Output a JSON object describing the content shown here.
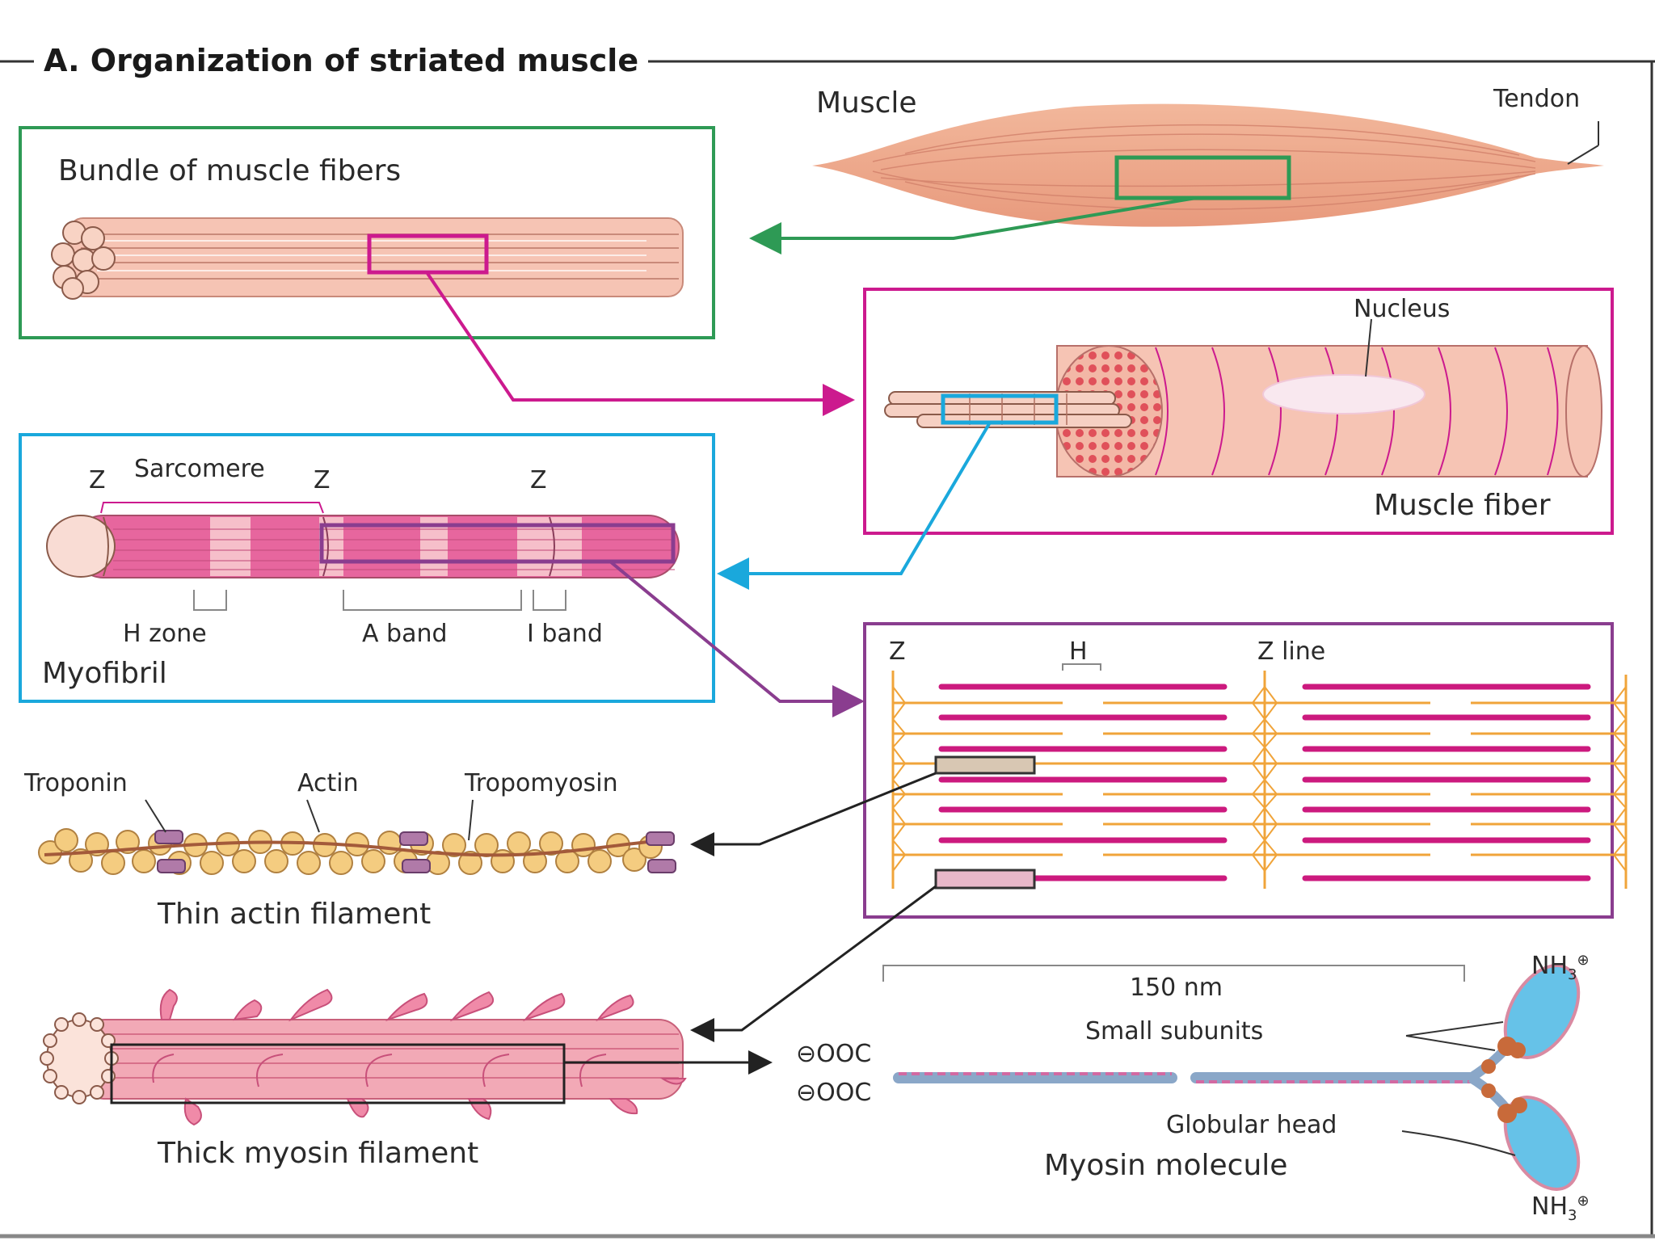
{
  "title": "A. Organization of striated muscle",
  "labels": {
    "muscle": "Muscle",
    "tendon": "Tendon",
    "bundle": "Bundle of muscle fibers",
    "nucleus": "Nucleus",
    "muscle_fiber": "Muscle fiber",
    "sarcomere": "Sarcomere",
    "z": "Z",
    "h_zone": "H zone",
    "a_band": "A band",
    "i_band": "I band",
    "myofibril": "Myofibril",
    "h": "H",
    "z_line": "Z line",
    "troponin": "Troponin",
    "actin": "Actin",
    "tropomyosin": "Tropomyosin",
    "thin_filament": "Thin actin filament",
    "thick_filament": "Thick myosin filament",
    "length_150nm": "150 nm",
    "small_subunits": "Small subunits",
    "globular_head": "Globular head",
    "myosin_molecule": "Myosin molecule",
    "nh3": "NH",
    "nh3_sub": "3",
    "ooc": "OOC"
  },
  "colors": {
    "green": "#2e9a55",
    "magenta": "#cc1a8e",
    "cyan": "#1aa8dc",
    "purple": "#8a3d8f",
    "muscle": "#efa98c",
    "fiber": "#f6c4b4",
    "myofibril": "#e7669e",
    "thick": "#cc1a7e",
    "thin": "#f0a43a",
    "actin": "#f4cc80"
  }
}
